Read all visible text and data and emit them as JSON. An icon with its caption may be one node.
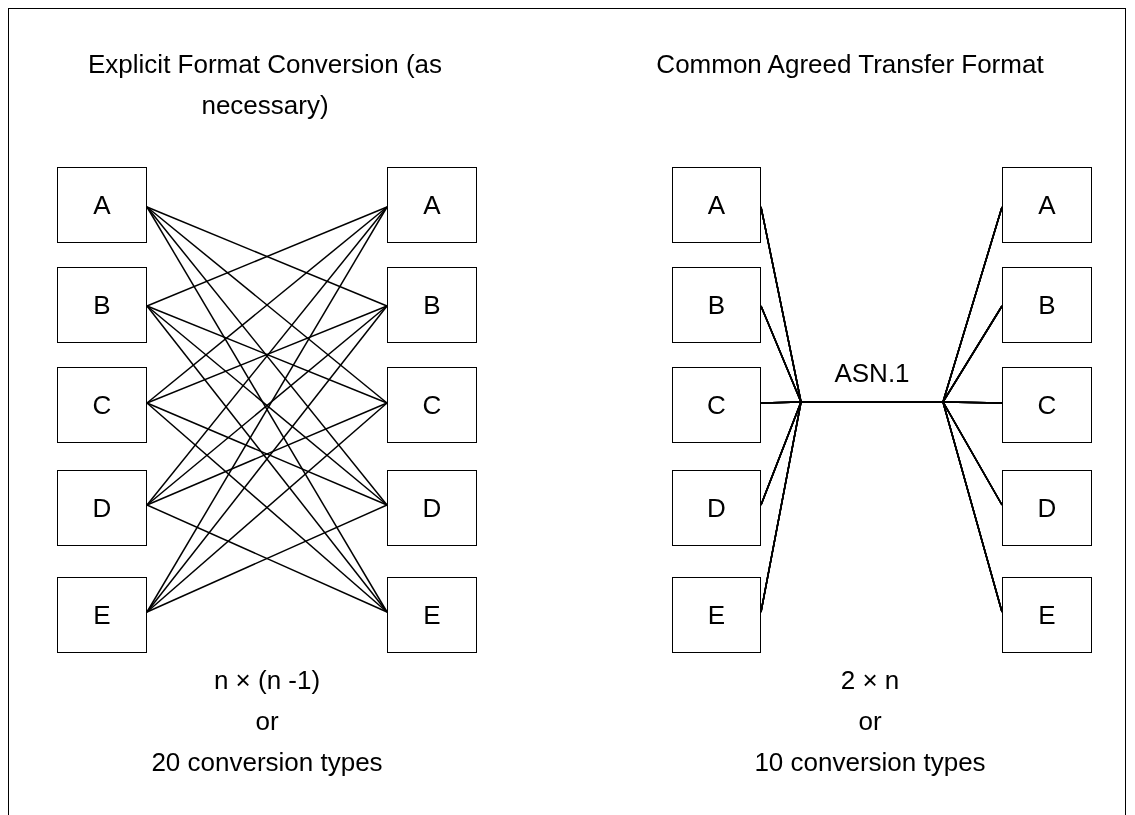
{
  "diagram": {
    "nodes": [
      {
        "text": [
          "A"
        ]
      },
      {
        "text": [
          "B"
        ]
      },
      {
        "text": [
          "C"
        ]
      },
      {
        "text": [
          "D"
        ]
      },
      {
        "text": [
          "E"
        ]
      },
      {
        "text": [
          "A"
        ]
      },
      {
        "text": [
          "B"
        ]
      },
      {
        "text": [
          "C"
        ]
      },
      {
        "text": [
          "D"
        ]
      },
      {
        "text": [
          "E"
        ]
      },
      {
        "text": [
          "A"
        ]
      },
      {
        "text": [
          "B"
        ]
      },
      {
        "text": [
          "C"
        ]
      },
      {
        "text": [
          "D"
        ]
      },
      {
        "text": [
          "E"
        ]
      },
      {
        "text": [
          "A"
        ]
      },
      {
        "text": [
          "B"
        ]
      },
      {
        "text": [
          "C"
        ]
      },
      {
        "text": [
          "D"
        ]
      },
      {
        "text": [
          "E"
        ]
      }
    ],
    "edges": [
      {
        "from": 0,
        "to": 6,
        "arrow": "none"
      },
      {
        "from": 0,
        "to": 7,
        "arrow": "none"
      },
      {
        "from": 0,
        "to": 8,
        "arrow": "none"
      },
      {
        "from": 0,
        "to": 9,
        "arrow": "none"
      },
      {
        "from": 1,
        "to": 5,
        "arrow": "none"
      },
      {
        "from": 1,
        "to": 7,
        "arrow": "none"
      },
      {
        "from": 1,
        "to": 8,
        "arrow": "none"
      },
      {
        "from": 1,
        "to": 9,
        "arrow": "none"
      },
      {
        "from": 2,
        "to": 5,
        "arrow": "none"
      },
      {
        "from": 2,
        "to": 6,
        "arrow": "none"
      },
      {
        "from": 2,
        "to": 8,
        "arrow": "none"
      },
      {
        "from": 2,
        "to": 9,
        "arrow": "none"
      },
      {
        "from": 3,
        "to": 5,
        "arrow": "none"
      },
      {
        "from": 3,
        "to": 6,
        "arrow": "none"
      },
      {
        "from": 3,
        "to": 7,
        "arrow": "none"
      },
      {
        "from": 3,
        "to": 9,
        "arrow": "none"
      },
      {
        "from": 4,
        "to": 5,
        "arrow": "none"
      },
      {
        "from": 4,
        "to": 6,
        "arrow": "none"
      },
      {
        "from": 4,
        "to": 7,
        "arrow": "none"
      },
      {
        "from": 4,
        "to": 8,
        "arrow": "none"
      },
      {
        "from": 10,
        "to": 15,
        "arrow": "none"
      },
      {
        "from": 10,
        "to": 16,
        "arrow": "none"
      },
      {
        "from": 10,
        "to": 17,
        "arrow": "none"
      },
      {
        "from": 10,
        "to": 18,
        "arrow": "none"
      },
      {
        "from": 10,
        "to": 19,
        "arrow": "none"
      },
      {
        "from": 11,
        "to": 15,
        "arrow": "none"
      },
      {
        "from": 11,
        "to": 16,
        "arrow": "none"
      },
      {
        "from": 11,
        "to": 17,
        "arrow": "none"
      },
      {
        "from": 11,
        "to": 18,
        "arrow": "none"
      },
      {
        "from": 11,
        "to": 19,
        "arrow": "none"
      },
      {
        "from": 12,
        "to": 15,
        "arrow": "none"
      },
      {
        "from": 12,
        "to": 16,
        "arrow": "none"
      },
      {
        "from": 12,
        "to": 17,
        "arrow": "none",
        "label": "ASN.1"
      },
      {
        "from": 12,
        "to": 18,
        "arrow": "none"
      },
      {
        "from": 12,
        "to": 19,
        "arrow": "none"
      },
      {
        "from": 13,
        "to": 15,
        "arrow": "none"
      },
      {
        "from": 13,
        "to": 16,
        "arrow": "none"
      },
      {
        "from": 13,
        "to": 17,
        "arrow": "none"
      },
      {
        "from": 13,
        "to": 18,
        "arrow": "none"
      },
      {
        "from": 13,
        "to": 19,
        "arrow": "none"
      },
      {
        "from": 14,
        "to": 15,
        "arrow": "none"
      },
      {
        "from": 14,
        "to": 16,
        "arrow": "none"
      },
      {
        "from": 14,
        "to": 17,
        "arrow": "none"
      },
      {
        "from": 14,
        "to": 18,
        "arrow": "none"
      },
      {
        "from": 14,
        "to": 19,
        "arrow": "none"
      }
    ],
    "labels": [
      "Explicit Format Conversion (as necessary)",
      "Common Agreed Transfer Format",
      "n × (n -1)",
      "or",
      "20 conversion types",
      "2 × n",
      "or",
      "10 conversion types"
    ]
  }
}
